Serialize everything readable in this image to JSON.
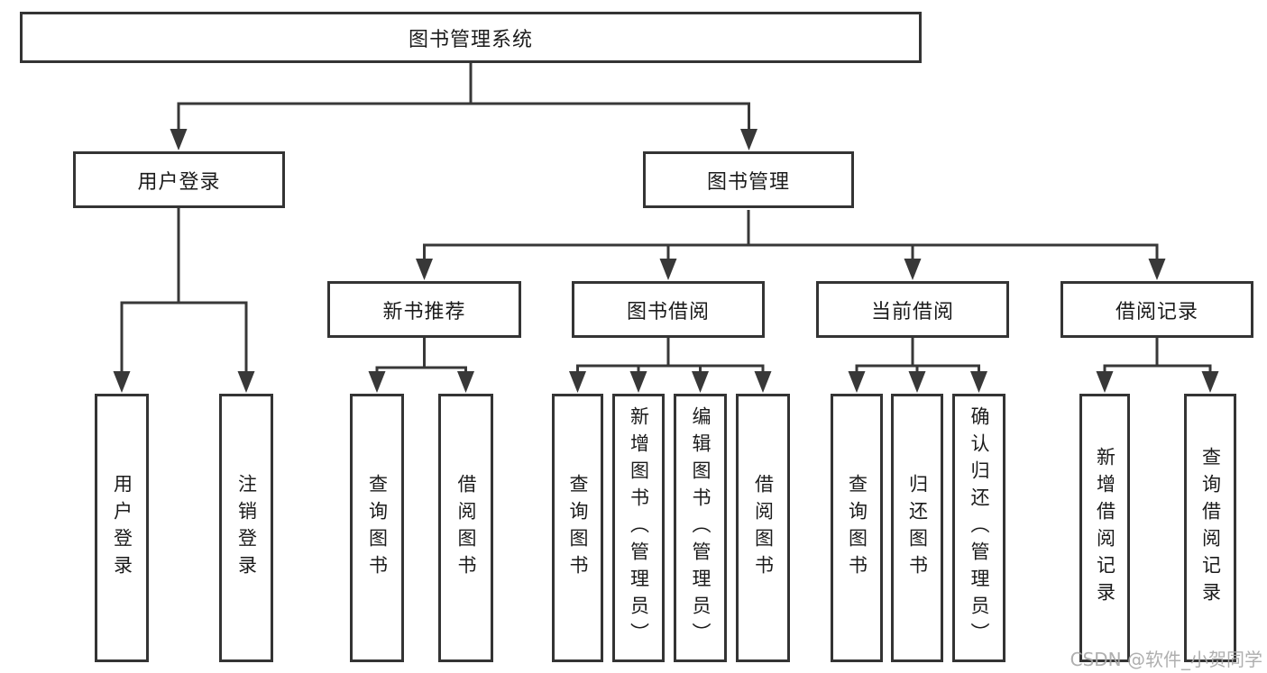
{
  "colors": {
    "line": "#383838",
    "box_border": "#343434",
    "text": "#1b1b1b",
    "watermark": "#a8a8a8",
    "background": "#ffffff"
  },
  "watermark": {
    "text": "CSDN @软件_小贺同学"
  },
  "tree": {
    "root": {
      "label": "图书管理系统"
    },
    "level1": [
      {
        "label": "用户登录"
      },
      {
        "label": "图书管理"
      }
    ],
    "level2": [
      {
        "label": "新书推荐"
      },
      {
        "label": "图书借阅"
      },
      {
        "label": "当前借阅"
      },
      {
        "label": "借阅记录"
      }
    ],
    "leaves": {
      "user": [
        {
          "label": "用户登录"
        },
        {
          "label": "注销登录"
        }
      ],
      "recommend": [
        {
          "label": "查询图书"
        },
        {
          "label": "借阅图书"
        }
      ],
      "borrow": [
        {
          "label": "查询图书"
        },
        {
          "label": "新增图书（管理员）"
        },
        {
          "label": "编辑图书（管理员）"
        },
        {
          "label": "借阅图书"
        }
      ],
      "current": [
        {
          "label": "查询图书"
        },
        {
          "label": "归还图书"
        },
        {
          "label": "确认归还（管理员）"
        }
      ],
      "record": [
        {
          "label": "新增借阅记录"
        },
        {
          "label": "查询借阅记录"
        }
      ]
    }
  }
}
